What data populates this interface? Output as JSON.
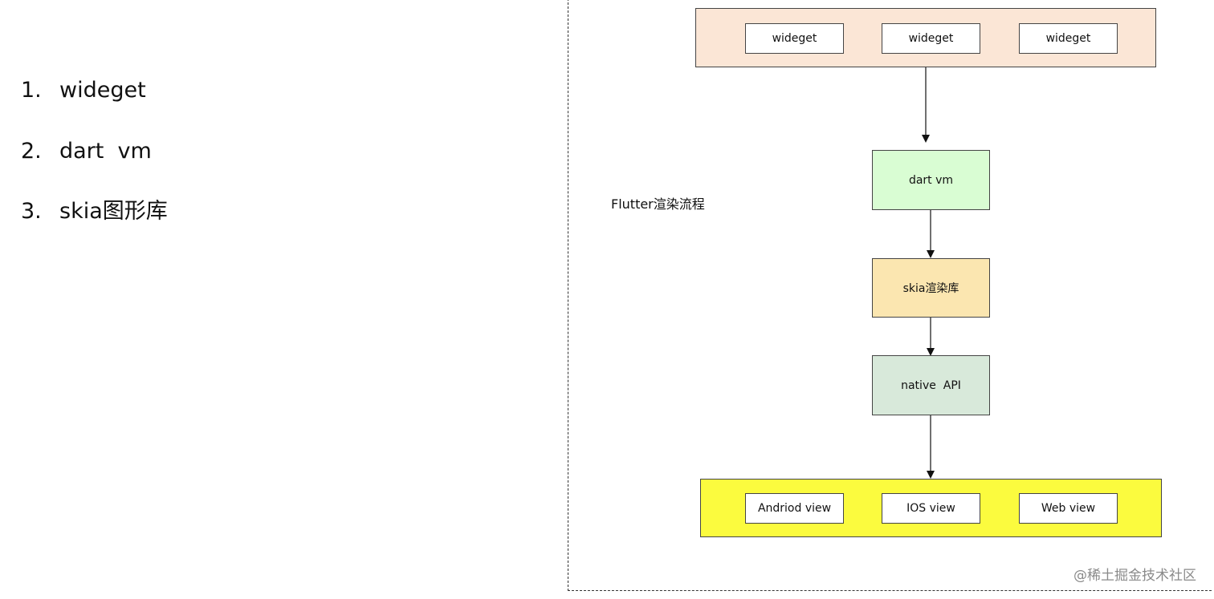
{
  "list": {
    "items": [
      {
        "number": "1.",
        "text": "wideget"
      },
      {
        "number": "2.",
        "text": "dart  vm"
      },
      {
        "number": "3.",
        "text": "skia图形库"
      }
    ]
  },
  "diagram": {
    "title": "Flutter渲染流程",
    "top_group": {
      "color": "#fbe6d6",
      "widgets": [
        "wideget",
        "wideget",
        "wideget"
      ]
    },
    "steps": [
      {
        "label": "dart vm",
        "color": "#d9fdd3"
      },
      {
        "label": "skia渲染库",
        "color": "#fbe6b0"
      },
      {
        "label": "native  API",
        "color": "#d8e9da"
      }
    ],
    "bottom_group": {
      "color": "#fbfb3e",
      "views": [
        "Andriod view",
        "IOS view",
        "Web view"
      ]
    }
  },
  "watermark": "@稀土掘金技术社区"
}
